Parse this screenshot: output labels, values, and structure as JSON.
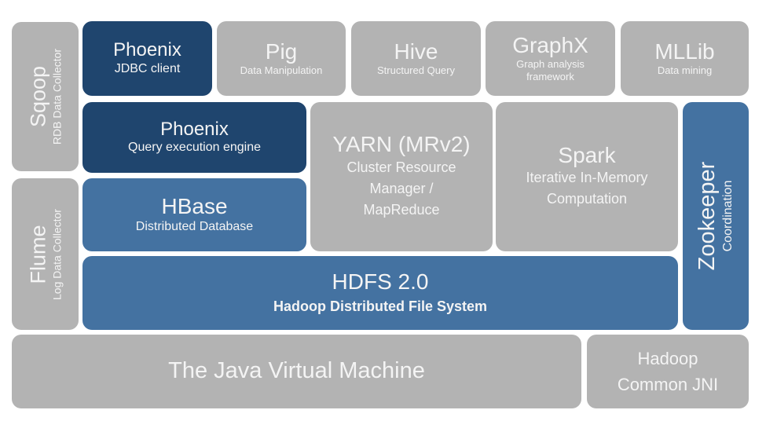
{
  "diagram": {
    "title": "Hadoop Ecosystem Stack",
    "colors": {
      "gray": "#b3b3b3",
      "dark_blue": "#1f456e",
      "mid_blue": "#4472a1",
      "text": "#f4f4f4"
    },
    "components": {
      "sqoop": {
        "name": "Sqoop",
        "desc": "RDB Data Collector"
      },
      "flume": {
        "name": "Flume",
        "desc": "Log Data Collector"
      },
      "phoenix_jdbc": {
        "name": "Phoenix",
        "desc": "JDBC client"
      },
      "pig": {
        "name": "Pig",
        "desc": "Data Manipulation"
      },
      "hive": {
        "name": "Hive",
        "desc": "Structured Query"
      },
      "graphx": {
        "name": "GraphX",
        "desc_line1": "Graph analysis",
        "desc_line2": "framework"
      },
      "mllib": {
        "name": "MLLib",
        "desc": "Data mining"
      },
      "phoenix_engine": {
        "name": "Phoenix",
        "desc": "Query execution engine"
      },
      "hbase": {
        "name": "HBase",
        "desc": "Distributed Database"
      },
      "yarn": {
        "name": "YARN (MRv2)",
        "desc_line1": "Cluster Resource",
        "desc_line2": "Manager /",
        "desc_line3": "MapReduce"
      },
      "spark": {
        "name": "Spark",
        "desc_line1": "Iterative In-Memory",
        "desc_line2": "Computation"
      },
      "zookeeper": {
        "name": "Zookeeper",
        "desc": "Coordination"
      },
      "hdfs": {
        "name": "HDFS 2.0",
        "desc": "Hadoop Distributed File System"
      },
      "jvm": {
        "name": "The Java Virtual Machine"
      },
      "jni": {
        "line1": "Hadoop",
        "line2": "Common JNI"
      }
    }
  }
}
